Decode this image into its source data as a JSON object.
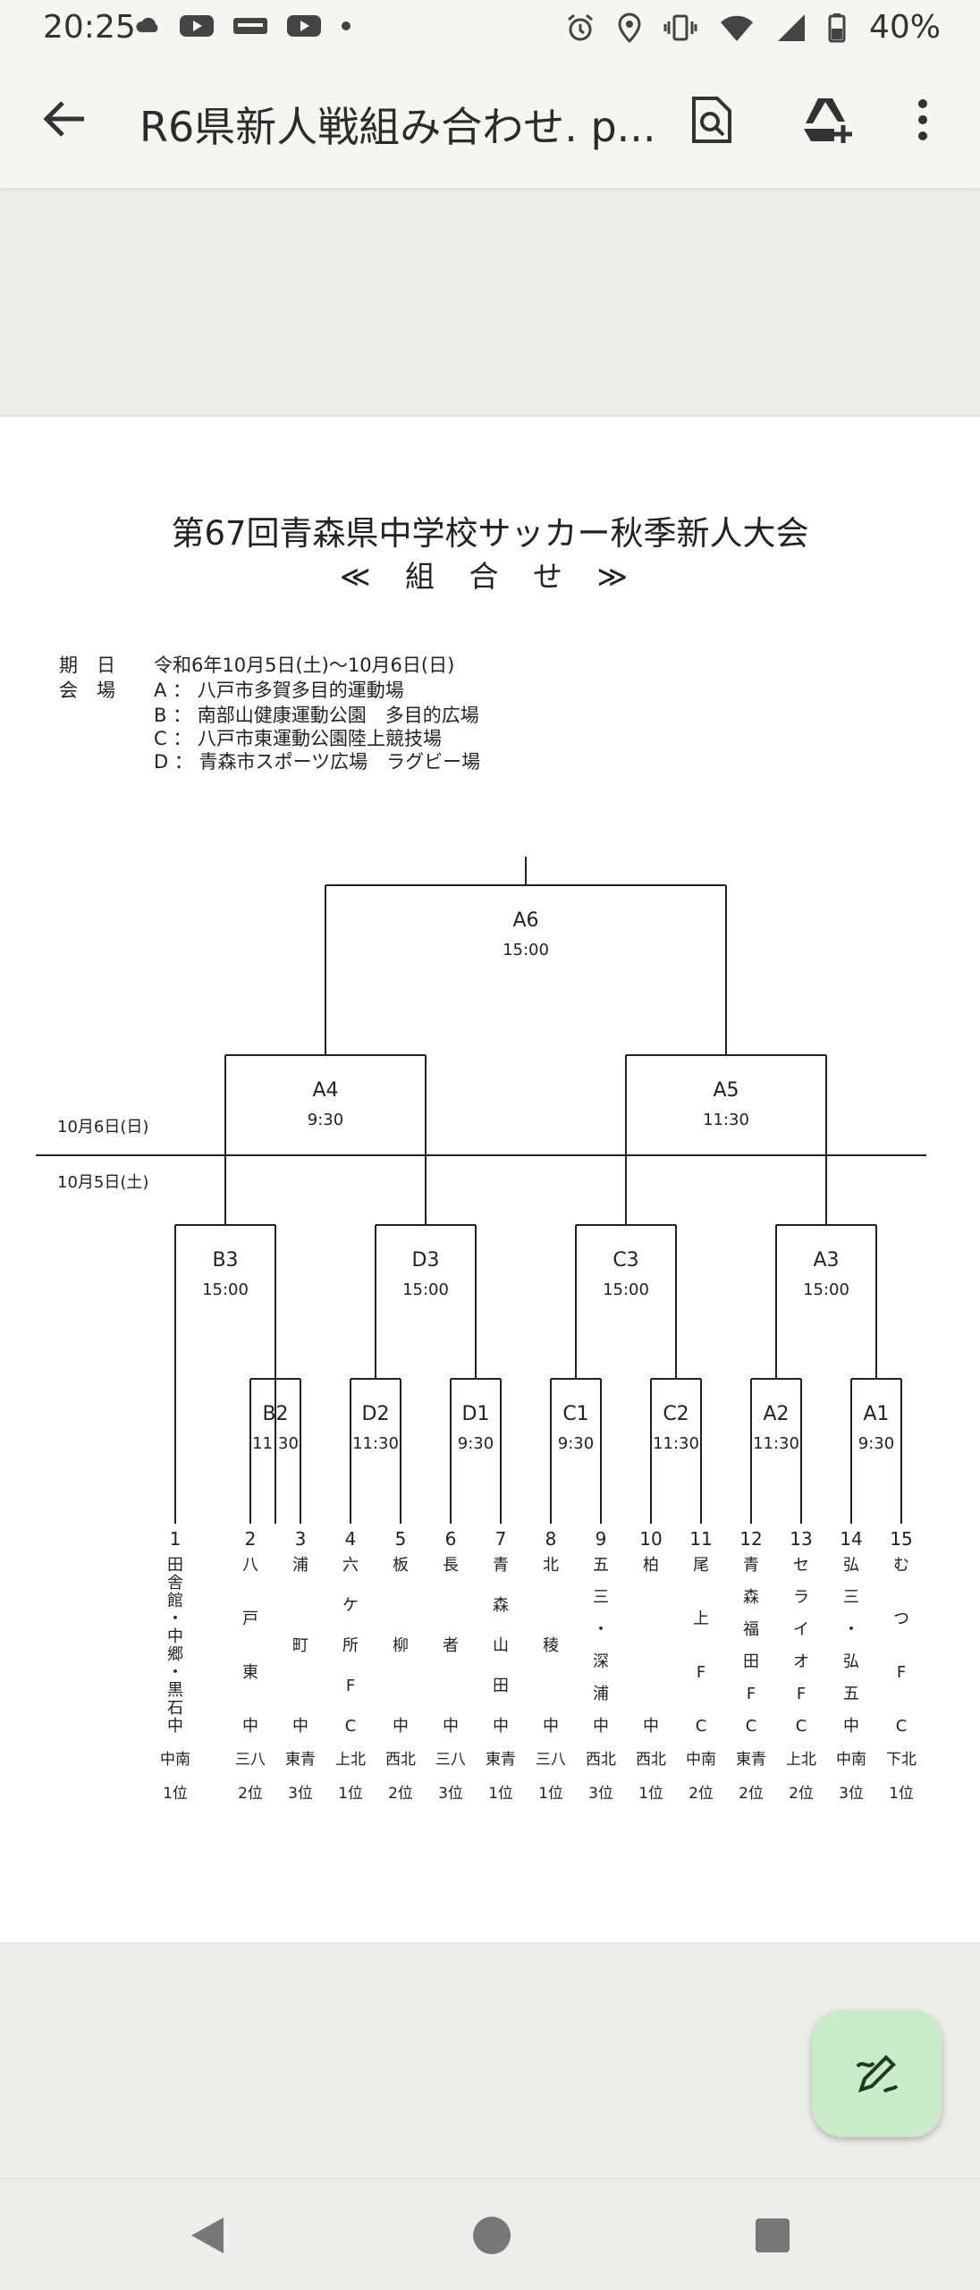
{
  "status_bar": {
    "time": "20:25",
    "battery": "40%",
    "left_icons": [
      "cloud-icon",
      "youtube-icon",
      "sports-app-icon",
      "youtube-icon",
      "dot-icon"
    ],
    "right_icons": [
      "alarm-icon",
      "location-icon",
      "vibrate-icon",
      "wifi-icon",
      "signal-icon",
      "battery-icon"
    ]
  },
  "app_bar": {
    "title": "R6県新人戦組み合わせ. p...",
    "actions": [
      "search-in-document-icon",
      "add-to-drive-icon",
      "more-options-icon"
    ]
  },
  "document": {
    "title": "第67回青森県中学校サッカー秋季新人大会",
    "subtitle": "≪ 組 合 せ ≫",
    "info": {
      "date_label": "期　日",
      "date_value": "令和6年10月5日(土)〜10月6日(日)",
      "venue_label": "会　場",
      "venues": [
        "A ：  八戸市多賀多目的運動場",
        "B ：  南部山健康運動公園　多目的広場",
        "C ：  八戸市東運動公園陸上競技場",
        "D ：  青森市スポーツ広場　ラグビー場"
      ]
    },
    "day2_label": "10月6日(日)",
    "day1_label": "10月5日(土)",
    "bracket": {
      "final": {
        "code": "A6",
        "time": "15:00"
      },
      "semis": [
        {
          "code": "A4",
          "time": "9:30"
        },
        {
          "code": "A5",
          "time": "11:30"
        }
      ],
      "quarters": [
        {
          "code": "B3",
          "time": "15:00"
        },
        {
          "code": "D3",
          "time": "15:00"
        },
        {
          "code": "C3",
          "time": "15:00"
        },
        {
          "code": "A3",
          "time": "15:00"
        }
      ],
      "firsts": [
        {
          "code": "B2",
          "time": "11:30"
        },
        {
          "code": "D2",
          "time": "11:30"
        },
        {
          "code": "D1",
          "time": "9:30"
        },
        {
          "code": "C1",
          "time": "9:30"
        },
        {
          "code": "C2",
          "time": "11:30"
        },
        {
          "code": "A2",
          "time": "11:30"
        },
        {
          "code": "A1",
          "time": "9:30"
        }
      ]
    },
    "teams": [
      {
        "num": "1",
        "name": [
          "田",
          "舎",
          "館",
          "・",
          "中",
          "郷",
          "・",
          "黒",
          "石",
          "中"
        ],
        "region": "中南",
        "rank": "1位"
      },
      {
        "num": "2",
        "name": [
          "八",
          "戸",
          "東",
          "中"
        ],
        "region": "三八",
        "rank": "2位"
      },
      {
        "num": "3",
        "name": [
          "浦",
          "町",
          "中"
        ],
        "region": "東青",
        "rank": "3位"
      },
      {
        "num": "4",
        "name": [
          "六",
          "ケ",
          "所",
          "F",
          "C"
        ],
        "region": "上北",
        "rank": "1位"
      },
      {
        "num": "5",
        "name": [
          "板",
          "柳",
          "中"
        ],
        "region": "西北",
        "rank": "2位"
      },
      {
        "num": "6",
        "name": [
          "長",
          "者",
          "中"
        ],
        "region": "三八",
        "rank": "3位"
      },
      {
        "num": "7",
        "name": [
          "青",
          "森",
          "山",
          "田",
          "中"
        ],
        "region": "東青",
        "rank": "1位"
      },
      {
        "num": "8",
        "name": [
          "北",
          "稜",
          "中"
        ],
        "region": "三八",
        "rank": "1位"
      },
      {
        "num": "9",
        "name": [
          "五",
          "三",
          "・",
          "深",
          "浦",
          "中"
        ],
        "region": "西北",
        "rank": "3位"
      },
      {
        "num": "10",
        "name": [
          "柏",
          "中"
        ],
        "region": "西北",
        "rank": "1位"
      },
      {
        "num": "11",
        "name": [
          "尾",
          "上",
          "F",
          "C"
        ],
        "region": "中南",
        "rank": "2位"
      },
      {
        "num": "12",
        "name": [
          "青",
          "森",
          "福",
          "田",
          "F",
          "C"
        ],
        "region": "東青",
        "rank": "2位"
      },
      {
        "num": "13",
        "name": [
          "セ",
          "ラ",
          "イ",
          "オ",
          "F",
          "C"
        ],
        "region": "上北",
        "rank": "2位"
      },
      {
        "num": "14",
        "name": [
          "弘",
          "三",
          "・",
          "弘",
          "五",
          "中"
        ],
        "region": "中南",
        "rank": "3位"
      },
      {
        "num": "15",
        "name": [
          "む",
          "つ",
          "F",
          "C"
        ],
        "region": "下北",
        "rank": "1位"
      }
    ]
  },
  "fab": {
    "icon": "edit-pen-icon"
  },
  "nav_bar": {
    "buttons": [
      "back-nav-icon",
      "home-nav-icon",
      "recents-nav-icon"
    ]
  }
}
